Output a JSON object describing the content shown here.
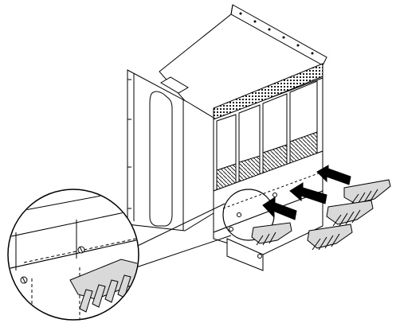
{
  "figure": {
    "caption": "",
    "colors": {
      "line": "#000000",
      "fill": "#ffffff",
      "comb_fill": "#d9d9d9",
      "arrow_fill": "#000000",
      "vent_fill": "#1a1a1a"
    },
    "parts": [
      "chassis-enclosure",
      "chassis-side-panel",
      "chassis-top-panel",
      "card-slots",
      "lower-shelf",
      "insertion-arrows",
      "comb-brackets",
      "magnifier-callout",
      "detail-comb-bracket"
    ]
  }
}
